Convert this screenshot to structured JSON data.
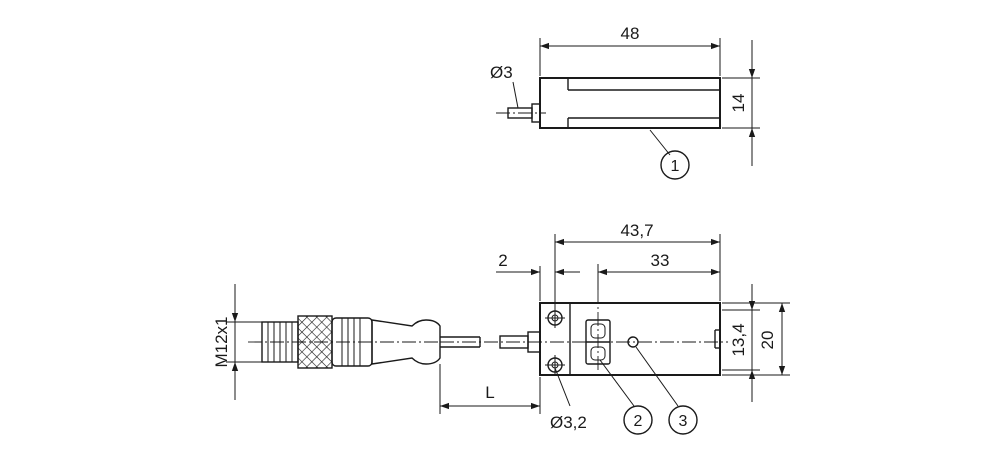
{
  "top_view": {
    "dim_length": "48",
    "dim_height": "14",
    "dim_cable_dia": "Ø3",
    "callout_1": "1"
  },
  "bottom_view": {
    "dim_overall": "43,7",
    "dim_hole_spacing": "33",
    "dim_offset": "2",
    "dim_inner_height": "13,4",
    "dim_outer_height": "20",
    "dim_thread": "M12x1",
    "dim_cable_length": "L",
    "dim_hole_dia": "Ø3,2",
    "callout_2": "2",
    "callout_3": "3"
  }
}
